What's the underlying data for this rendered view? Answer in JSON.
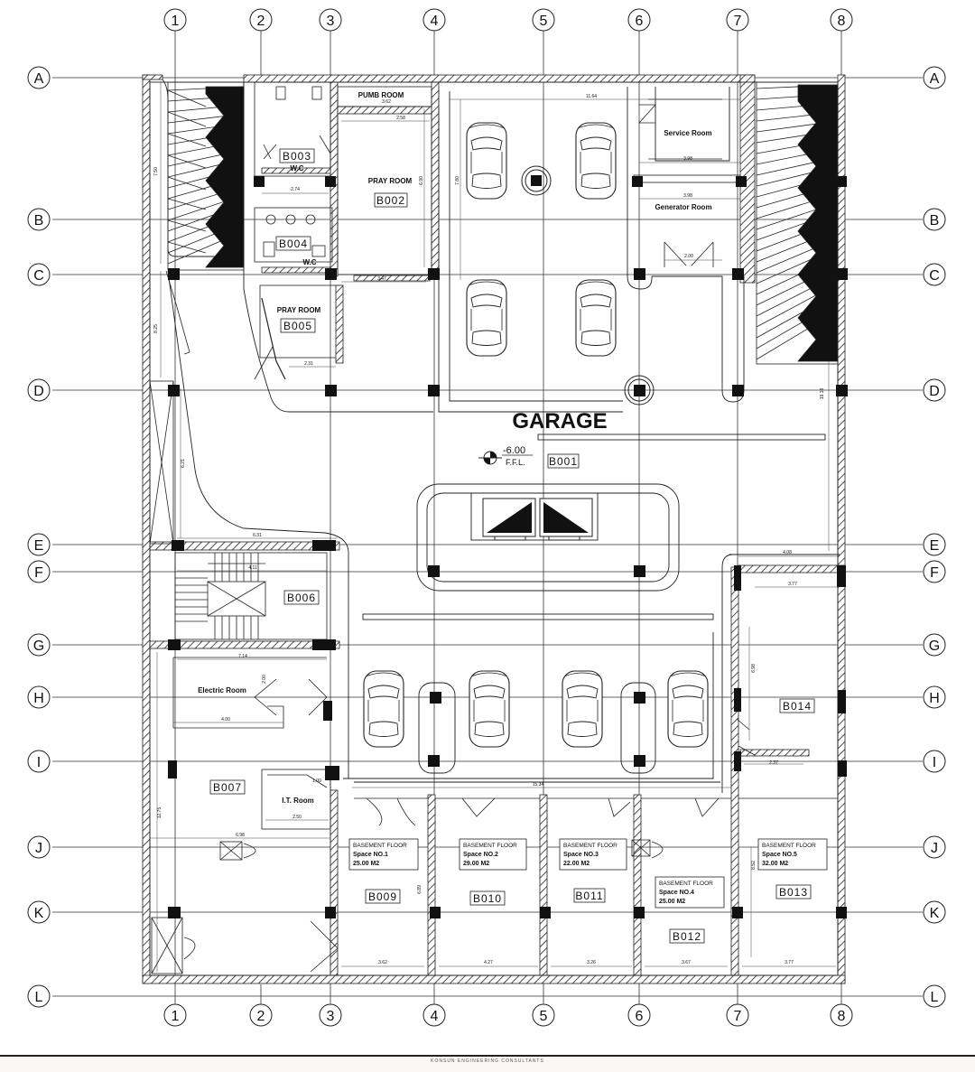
{
  "grid": {
    "columns": [
      "1",
      "2",
      "3",
      "4",
      "5",
      "6",
      "7",
      "8"
    ],
    "rows": [
      "A",
      "B",
      "C",
      "D",
      "E",
      "F",
      "G",
      "H",
      "I",
      "J",
      "K",
      "L"
    ]
  },
  "title": "GARAGE",
  "level": {
    "value": "-6.00",
    "label": "F.F.L."
  },
  "rooms": {
    "pumb": "PUMB ROOM",
    "service": "Service Room",
    "generator": "Generator Room",
    "pray1": "PRAY ROOM",
    "pray2": "PRAY ROOM",
    "wc1": "W.C",
    "wc2": "W.C",
    "electric": "Electric Room",
    "it": "I.T.  Room"
  },
  "codes": {
    "b001": "B001",
    "b002": "B002",
    "b003": "B003",
    "b004": "B004",
    "b005": "B005",
    "b006": "B006",
    "b007": "B007",
    "b009": "B009",
    "b010": "B010",
    "b011": "B011",
    "b012": "B012",
    "b013": "B013",
    "b014": "B014"
  },
  "spaces": [
    {
      "floor": "BASEMENT FLOOR",
      "name": "Space NO.1",
      "area": "25.00 M2"
    },
    {
      "floor": "BASEMENT FLOOR",
      "name": "Space NO.2",
      "area": "29.00 M2"
    },
    {
      "floor": "BASEMENT FLOOR",
      "name": "Space NO.3",
      "area": "22.00 M2"
    },
    {
      "floor": "BASEMENT FLOOR",
      "name": "Space NO.4",
      "area": "25.00 M2"
    },
    {
      "floor": "BASEMENT FLOOR",
      "name": "Space NO.5",
      "area": "32.00 M2"
    }
  ],
  "dimensions": {
    "d1": "11.64",
    "d2": "3.98",
    "d3": "3.98",
    "d4": "2.00",
    "d5": "7.50",
    "d6": "8.25",
    "d7": "6.21",
    "d8": "12.75",
    "d9": "6.31",
    "d10": "4.11",
    "d11": "7.14",
    "d12": "4.00",
    "d13": "2.50",
    "d14": "6.98",
    "d15": "15.34",
    "d16": "4.08",
    "d17": "3.77",
    "d18": "19.18",
    "d19": "3.62",
    "d20": "4.27",
    "d21": "3.26",
    "d22": "3.67",
    "d23": "3.77",
    "d24": "2.58",
    "d25": "3.47",
    "d26": "2.31",
    "d27": "2.74",
    "d28": "3.62",
    "d29": "2.37",
    "d30": "6.98",
    "d31": "8.52",
    "d32": "1.00",
    "d33": "2.00",
    "d34": "6.89",
    "d35": "7.80",
    "d36": "6.90"
  },
  "footer": "KONSUN ENGINEERING CONSULTANTS"
}
